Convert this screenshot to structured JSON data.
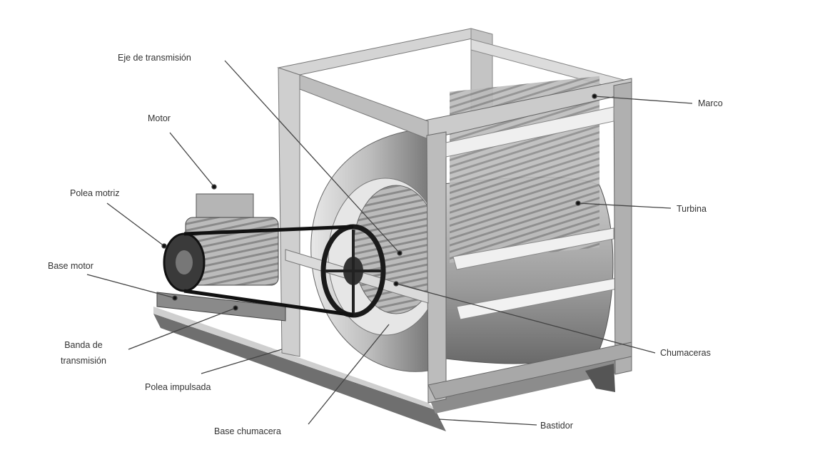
{
  "labels": {
    "shaft": "Eje de transmisión",
    "motor": "Motor",
    "drive_pulley": "Polea motriz",
    "motor_base": "Base motor",
    "belt_line1": "Banda de",
    "belt_line2": "transmisión",
    "driven_pulley": "Polea impulsada",
    "bearing_base": "Base chumacera",
    "base_frame": "Bastidor",
    "bearings": "Chumaceras",
    "turbine": "Turbina",
    "frame": "Marco"
  }
}
